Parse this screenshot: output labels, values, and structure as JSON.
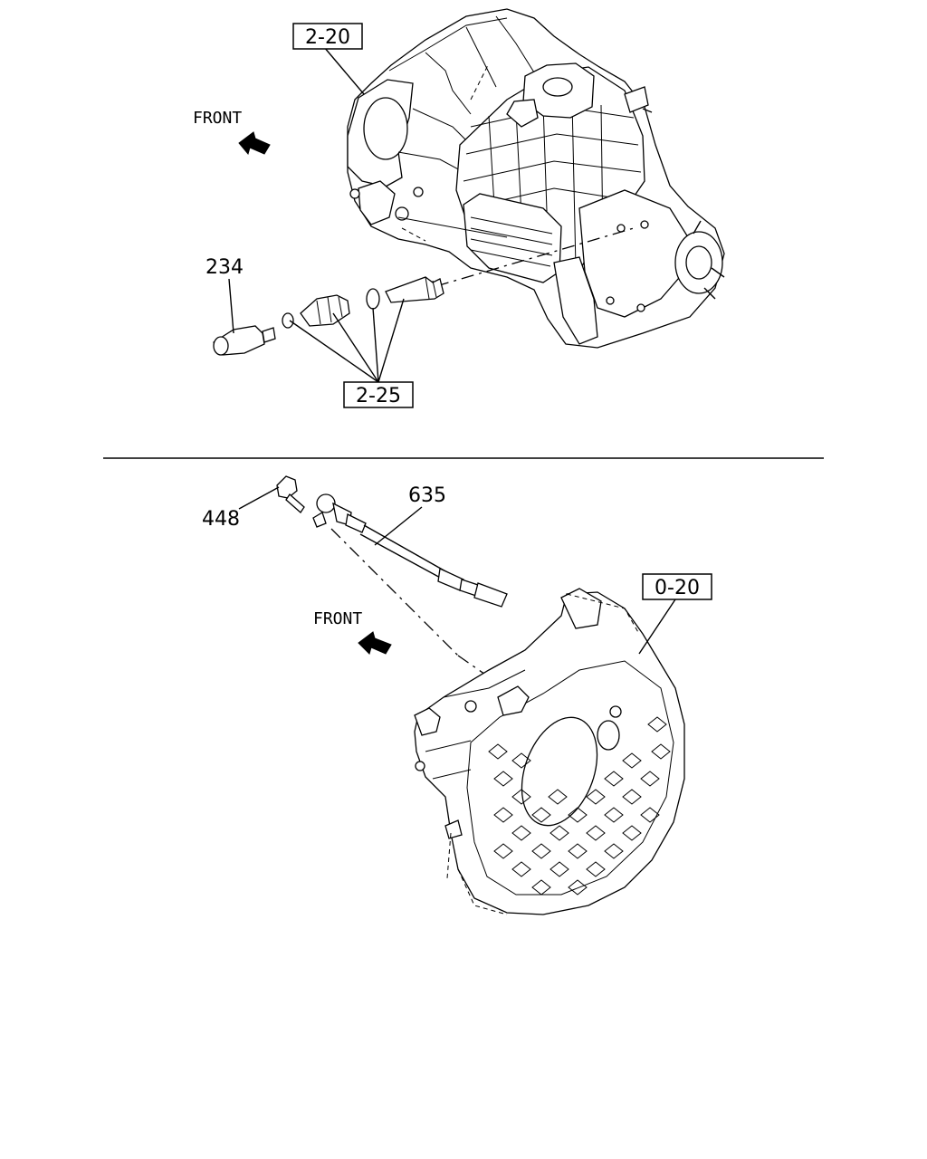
{
  "top_section": {
    "front_label": "FRONT",
    "ref_transmission": "2-20",
    "ref_speedo_kit": "2-25",
    "part_speedo_driven": "234"
  },
  "bottom_section": {
    "front_label": "FRONT",
    "ref_housing": "0-20",
    "part_bolt": "448",
    "part_harness": "635"
  },
  "icons": [
    "front-arrow-icon",
    "front-arrow-icon"
  ]
}
